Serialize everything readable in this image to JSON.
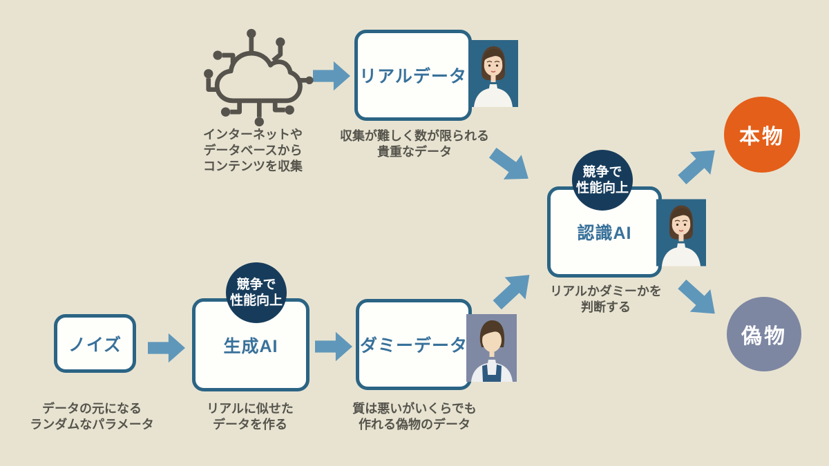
{
  "colors": {
    "background": "#e8e3d1",
    "box_border": "#2b6484",
    "box_title": "#38719a",
    "badge_bg": "#173c5b",
    "arrow": "#5f97ba",
    "genuine_bg": "#e45f1a",
    "fake_bg": "#7d87a2",
    "caption_text": "#55544c",
    "cloud_icon": "#56534d"
  },
  "cloud_source": {
    "icon": "cloud-network-icon",
    "caption": "インターネットや\nデータベースから\nコンテンツを収集"
  },
  "real_data": {
    "title": "リアルデータ",
    "caption": "収集が難しく数が限られる\n貴重なデータ",
    "avatar": "woman-avatar"
  },
  "noise": {
    "title": "ノイズ",
    "caption": "データの元になる\nランダムなパラメータ"
  },
  "generator": {
    "title": "生成AI",
    "badge": "競争で\n性能向上",
    "caption": "リアルに似せた\nデータを作る"
  },
  "dummy_data": {
    "title": "ダミーデータ",
    "caption": "質は悪いがいくらでも\n作れる偽物のデータ",
    "avatar": "man-avatar"
  },
  "discriminator": {
    "title": "認識AI",
    "badge": "競争で\n性能向上",
    "caption": "リアルかダミーかを\n判断する",
    "avatar": "woman-avatar"
  },
  "outputs": {
    "genuine": "本物",
    "fake": "偽物"
  }
}
